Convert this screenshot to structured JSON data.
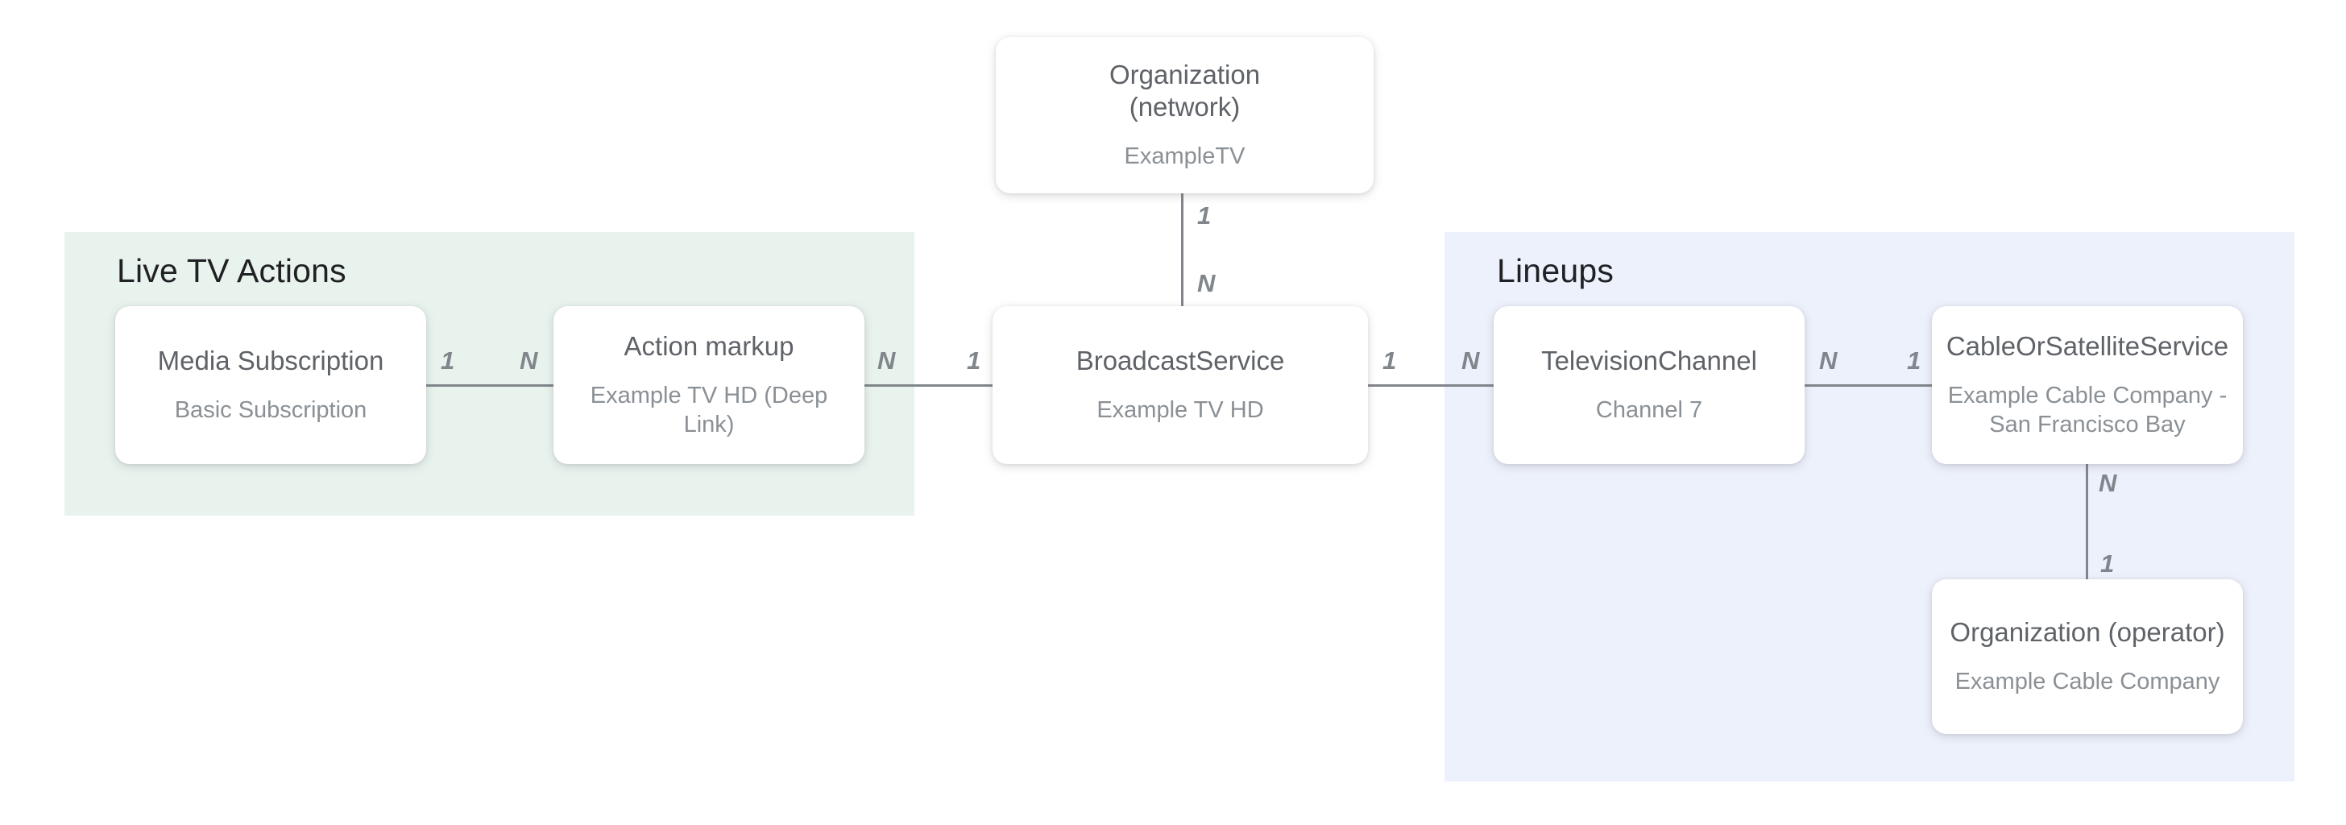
{
  "regions": {
    "live_tv_actions": {
      "title": "Live TV Actions",
      "bg_color": "#e9f3ee"
    },
    "lineups": {
      "title": "Lineups",
      "bg_color": "#edf1fc"
    }
  },
  "nodes": {
    "organization_network": {
      "title": "Organization\n(network)",
      "subtitle": "ExampleTV"
    },
    "media_subscription": {
      "title": "Media Subscription",
      "subtitle": "Basic Subscription"
    },
    "action_markup": {
      "title": "Action markup",
      "subtitle": "Example TV HD (Deep Link)"
    },
    "broadcast_service": {
      "title": "BroadcastService",
      "subtitle": "Example TV HD"
    },
    "television_channel": {
      "title": "TelevisionChannel",
      "subtitle": "Channel 7"
    },
    "cable_or_satellite_service": {
      "title": "CableOrSatelliteService",
      "subtitle": "Example Cable Company -\nSan Francisco Bay"
    },
    "organization_operator": {
      "title": "Organization (operator)",
      "subtitle": "Example Cable Company"
    }
  },
  "edges": {
    "network_to_broadcast": {
      "start_label": "1",
      "end_label": "N"
    },
    "media_to_action": {
      "start_label": "1",
      "end_label": "N"
    },
    "action_to_broadcast": {
      "start_label": "N",
      "end_label": "1"
    },
    "broadcast_to_channel": {
      "start_label": "1",
      "end_label": "N"
    },
    "channel_to_cable": {
      "start_label": "N",
      "end_label": "1"
    },
    "cable_to_operator": {
      "start_label": "N",
      "end_label": "1"
    }
  },
  "colors": {
    "page_background": "#ffffff",
    "node_background": "#ffffff",
    "node_title": "#5f6368",
    "node_subtitle": "#8a9095",
    "region_title": "#202124",
    "edge_line": "#80868b",
    "edge_label": "#80868b"
  }
}
